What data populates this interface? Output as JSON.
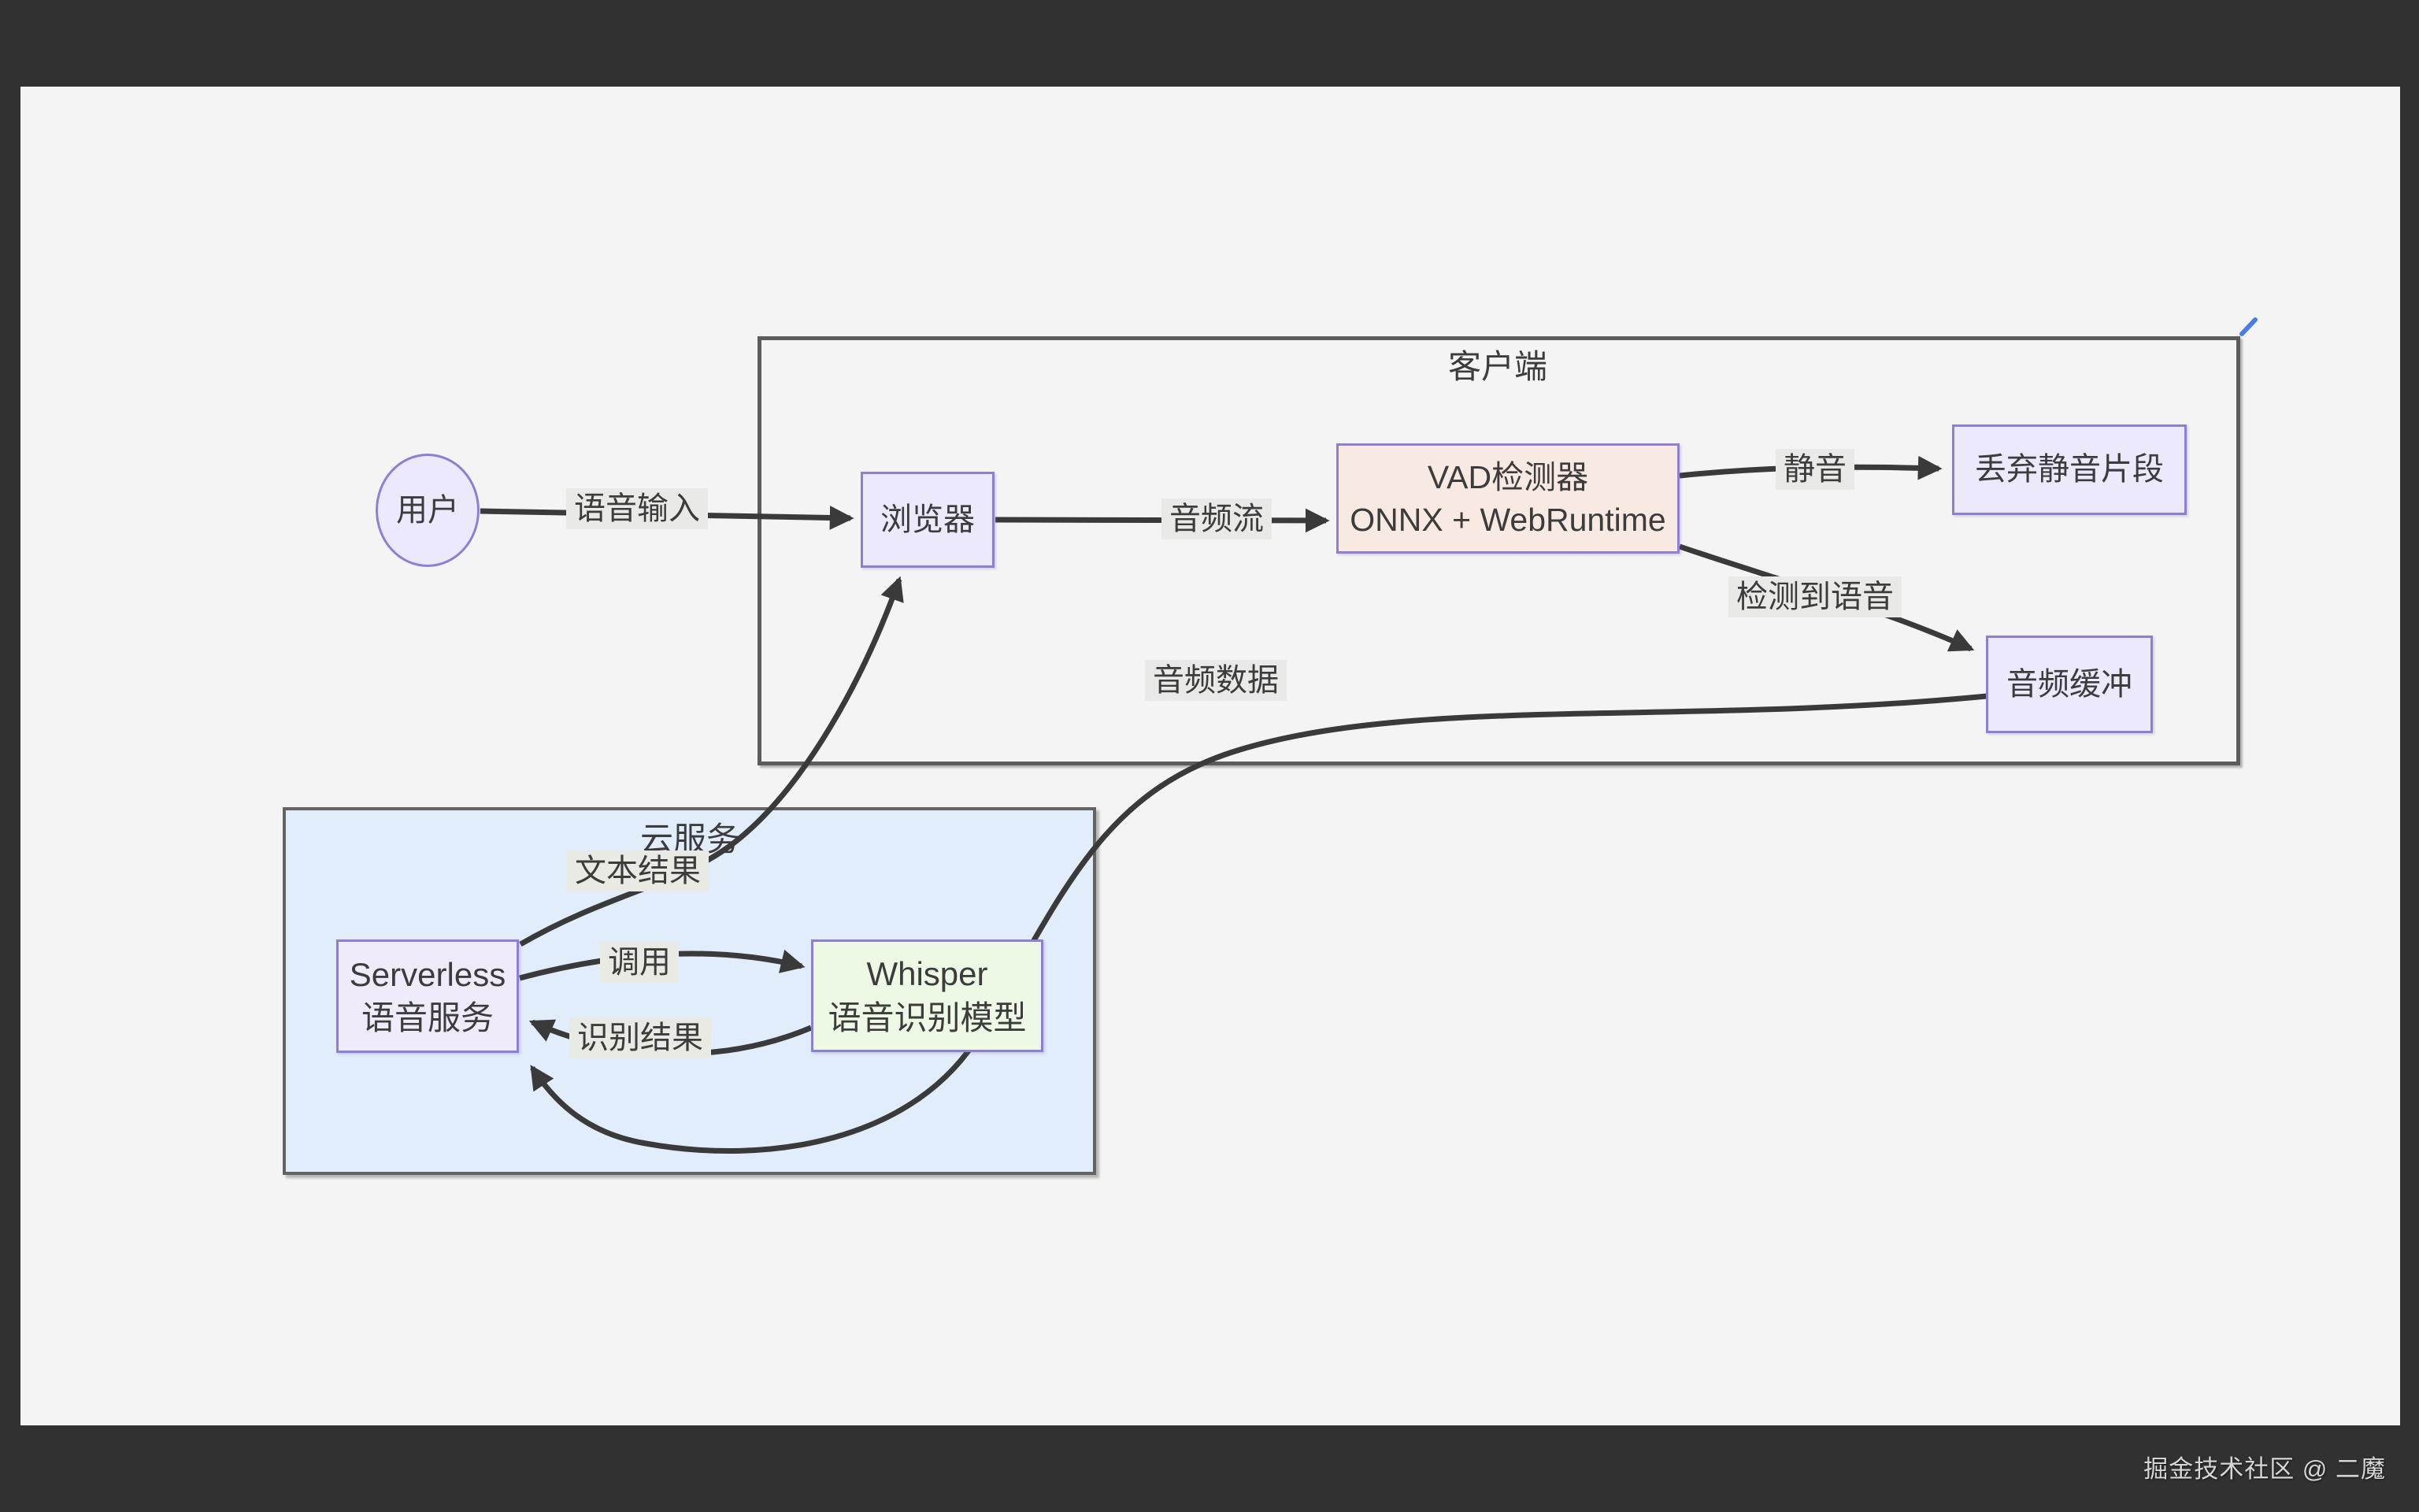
{
  "containers": {
    "client": {
      "label": "客户端"
    },
    "cloud": {
      "label": "云服务"
    }
  },
  "nodes": {
    "user": {
      "label": "用户"
    },
    "browser": {
      "label": "浏览器"
    },
    "vad": {
      "line1": "VAD检测器",
      "line2": "ONNX + WebRuntime"
    },
    "discard_silence": {
      "label": "丢弃静音片段"
    },
    "audio_buffer": {
      "label": "音频缓冲"
    },
    "serverless": {
      "line1": "Serverless",
      "line2": "语音服务"
    },
    "whisper": {
      "line1": "Whisper",
      "line2": "语音识别模型"
    }
  },
  "edge_labels": {
    "voice_input": "语音输入",
    "audio_stream": "音频流",
    "silence": "静音",
    "speech_detected": "检测到语音",
    "audio_data": "音频数据",
    "text_result": "文本结果",
    "invoke": "调用",
    "recognition_result": "识别结果"
  },
  "watermark": "掘金技术社区 @ 二魔",
  "colors": {
    "frame_background": "#313131",
    "canvas_background": "#f5f4f4",
    "node_border": "#8d80d4",
    "node_fill_lavender": "#ebe9fb",
    "vad_fill": "#f8e9e3",
    "serverless_fill": "#f0ebfb",
    "whisper_fill": "#edf8e5",
    "cloud_fill": "#e2edfb",
    "container_border": "#5c5c5c",
    "edge_stroke": "#3a3a3a",
    "edge_label_background": "#e9e9e7",
    "text": "#3c3c3c",
    "watermark_text": "#d6d6d6",
    "cursor_mark": "#4a7de0"
  }
}
